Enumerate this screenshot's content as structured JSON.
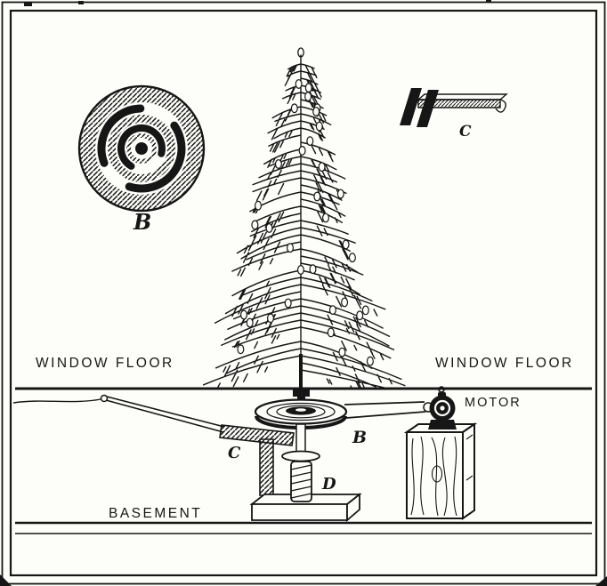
{
  "colors": {
    "ink": "#161616",
    "paper": "#fdfdfa"
  },
  "labels": {
    "window_floor_left": "WINDOW FLOOR",
    "window_floor_right": "WINDOW FLOOR",
    "motor": "MOTOR",
    "basement": "BASEMENT",
    "detail_disc": "B",
    "detail_brush": "C",
    "pulley_disc": "B",
    "brush_arm": "C",
    "worm_screw": "D"
  }
}
